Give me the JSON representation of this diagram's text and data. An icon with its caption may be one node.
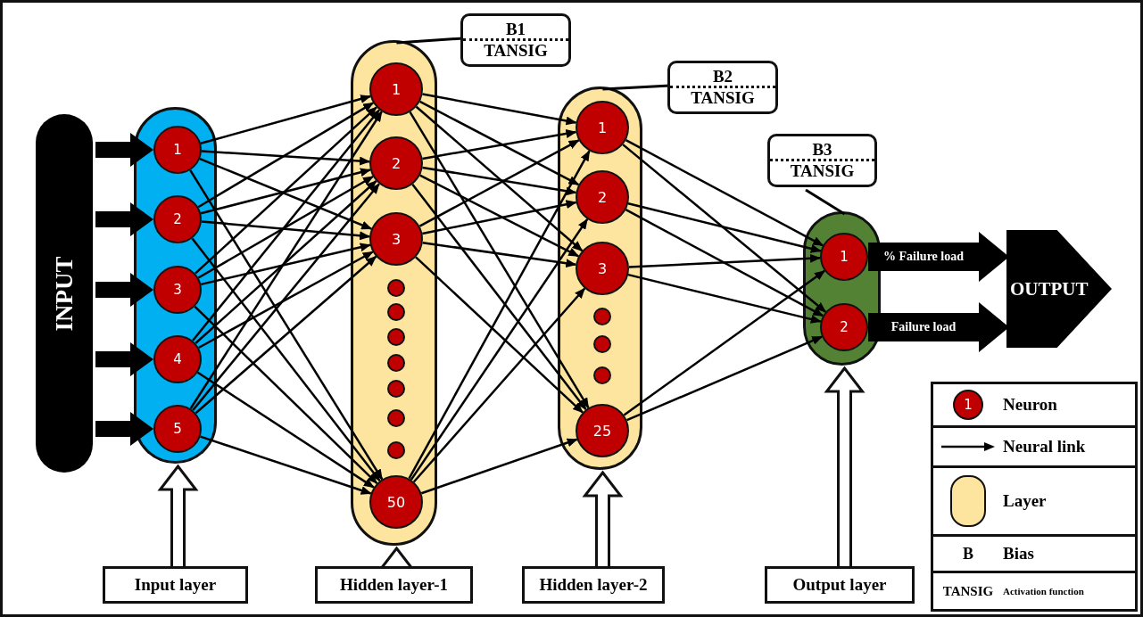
{
  "diagram": {
    "nodes": [
      {
        "text": [
          "INPUT"
        ]
      },
      {
        "text": [],
        "shape": "box"
      },
      {
        "text": [
          "1"
        ],
        "in": 1
      },
      {
        "text": [
          "2"
        ],
        "in": 1
      },
      {
        "text": [
          "3"
        ],
        "in": 1
      },
      {
        "text": [
          "4"
        ],
        "in": 1
      },
      {
        "text": [
          "5"
        ],
        "in": 1
      },
      {
        "text": [],
        "shape": "box"
      },
      {
        "text": [
          "1"
        ],
        "in": 7
      },
      {
        "text": [
          "2"
        ],
        "in": 7
      },
      {
        "text": [
          "3"
        ],
        "in": 7
      },
      {
        "text": [],
        "shape": "circle",
        "in": 7
      },
      {
        "text": [],
        "shape": "circle",
        "in": 7
      },
      {
        "text": [],
        "shape": "circle",
        "in": 7
      },
      {
        "text": [],
        "shape": "circle",
        "in": 7
      },
      {
        "text": [],
        "shape": "circle",
        "in": 7
      },
      {
        "text": [],
        "shape": "circle",
        "in": 7
      },
      {
        "text": [],
        "shape": "circle",
        "in": 7
      },
      {
        "text": [
          "50"
        ],
        "in": 7
      },
      {
        "text": [],
        "shape": "box"
      },
      {
        "text": [
          "1"
        ],
        "in": 19
      },
      {
        "text": [
          "2"
        ],
        "in": 19
      },
      {
        "text": [
          "3"
        ],
        "in": 19
      },
      {
        "text": [],
        "shape": "circle",
        "in": 19
      },
      {
        "text": [],
        "shape": "circle",
        "in": 19
      },
      {
        "text": [],
        "shape": "circle",
        "in": 19
      },
      {
        "text": [
          "25"
        ],
        "in": 19
      },
      {
        "text": [],
        "shape": "box"
      },
      {
        "text": [
          "1"
        ],
        "in": 27
      },
      {
        "text": [
          "2"
        ],
        "in": 27
      },
      {
        "text": [
          "OUTPUT"
        ]
      },
      {
        "text": [
          "B1",
          "TANSIG"
        ]
      },
      {
        "text": [
          "B2",
          "TANSIG"
        ]
      },
      {
        "text": [
          "B3",
          "TANSIG"
        ]
      },
      {
        "text": [
          "Input layer"
        ]
      },
      {
        "text": [
          "Hidden layer-1"
        ]
      },
      {
        "text": [
          "Hidden layer-2"
        ]
      },
      {
        "text": [
          "Output layer"
        ]
      }
    ],
    "edges": [
      {
        "from": 0,
        "to": 2,
        "arrow": "to",
        "style": "thick"
      },
      {
        "from": 0,
        "to": 3,
        "arrow": "to",
        "style": "thick"
      },
      {
        "from": 0,
        "to": 4,
        "arrow": "to",
        "style": "thick"
      },
      {
        "from": 0,
        "to": 5,
        "arrow": "to",
        "style": "thick"
      },
      {
        "from": 0,
        "to": 6,
        "arrow": "to",
        "style": "thick"
      },
      {
        "from": 2,
        "to": 8,
        "arrow": "to"
      },
      {
        "from": 2,
        "to": 9,
        "arrow": "to"
      },
      {
        "from": 2,
        "to": 10,
        "arrow": "to"
      },
      {
        "from": 2,
        "to": 18,
        "arrow": "to"
      },
      {
        "from": 3,
        "to": 8,
        "arrow": "to"
      },
      {
        "from": 3,
        "to": 9,
        "arrow": "to"
      },
      {
        "from": 3,
        "to": 10,
        "arrow": "to"
      },
      {
        "from": 3,
        "to": 18,
        "arrow": "to"
      },
      {
        "from": 4,
        "to": 8,
        "arrow": "to"
      },
      {
        "from": 4,
        "to": 9,
        "arrow": "to"
      },
      {
        "from": 4,
        "to": 10,
        "arrow": "to"
      },
      {
        "from": 4,
        "to": 18,
        "arrow": "to"
      },
      {
        "from": 5,
        "to": 8,
        "arrow": "to"
      },
      {
        "from": 5,
        "to": 9,
        "arrow": "to"
      },
      {
        "from": 5,
        "to": 10,
        "arrow": "to"
      },
      {
        "from": 5,
        "to": 18,
        "arrow": "to"
      },
      {
        "from": 6,
        "to": 8,
        "arrow": "to"
      },
      {
        "from": 6,
        "to": 9,
        "arrow": "to"
      },
      {
        "from": 6,
        "to": 10,
        "arrow": "to"
      },
      {
        "from": 6,
        "to": 18,
        "arrow": "to"
      },
      {
        "from": 8,
        "to": 20,
        "arrow": "to"
      },
      {
        "from": 8,
        "to": 21,
        "arrow": "to"
      },
      {
        "from": 8,
        "to": 22,
        "arrow": "to"
      },
      {
        "from": 8,
        "to": 26,
        "arrow": "to"
      },
      {
        "from": 9,
        "to": 20,
        "arrow": "to"
      },
      {
        "from": 9,
        "to": 21,
        "arrow": "to"
      },
      {
        "from": 9,
        "to": 22,
        "arrow": "to"
      },
      {
        "from": 9,
        "to": 26,
        "arrow": "to"
      },
      {
        "from": 10,
        "to": 20,
        "arrow": "to"
      },
      {
        "from": 10,
        "to": 21,
        "arrow": "to"
      },
      {
        "from": 10,
        "to": 22,
        "arrow": "to"
      },
      {
        "from": 10,
        "to": 26,
        "arrow": "to"
      },
      {
        "from": 18,
        "to": 20,
        "arrow": "to"
      },
      {
        "from": 18,
        "to": 21,
        "arrow": "to"
      },
      {
        "from": 18,
        "to": 22,
        "arrow": "to"
      },
      {
        "from": 18,
        "to": 26,
        "arrow": "to"
      },
      {
        "from": 20,
        "to": 28,
        "arrow": "to"
      },
      {
        "from": 20,
        "to": 29,
        "arrow": "to"
      },
      {
        "from": 21,
        "to": 28,
        "arrow": "to"
      },
      {
        "from": 21,
        "to": 29,
        "arrow": "to"
      },
      {
        "from": 22,
        "to": 28,
        "arrow": "to"
      },
      {
        "from": 22,
        "to": 29,
        "arrow": "to"
      },
      {
        "from": 26,
        "to": 28,
        "arrow": "to"
      },
      {
        "from": 26,
        "to": 29,
        "arrow": "to"
      },
      {
        "from": 28,
        "to": 30,
        "arrow": "to",
        "style": "thick",
        "label": "% Failure load"
      },
      {
        "from": 29,
        "to": 30,
        "arrow": "to",
        "style": "thick",
        "label": "Failure load"
      },
      {
        "from": 34,
        "to": 1,
        "arrow": "to",
        "style": "thick"
      },
      {
        "from": 35,
        "to": 7,
        "arrow": "to",
        "style": "thick"
      },
      {
        "from": 36,
        "to": 19,
        "arrow": "to",
        "style": "thick"
      },
      {
        "from": 37,
        "to": 27,
        "arrow": "to",
        "style": "thick"
      },
      {
        "from": 31,
        "to": 7,
        "arrow": "none"
      },
      {
        "from": 32,
        "to": 19,
        "arrow": "none"
      },
      {
        "from": 33,
        "to": 27,
        "arrow": "none"
      }
    ],
    "labels": [
      "1",
      "B",
      "TANSIG"
    ],
    "legend": [
      {
        "text": "Neuron"
      },
      {
        "text": "Neural link"
      },
      {
        "text": "Layer"
      },
      {
        "text": "Bias"
      },
      {
        "text": "Activation function"
      }
    ]
  }
}
